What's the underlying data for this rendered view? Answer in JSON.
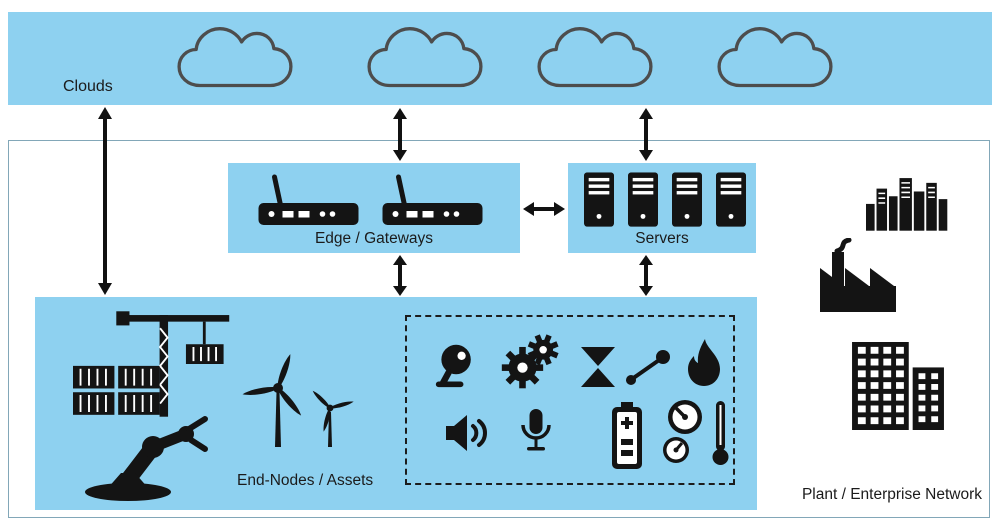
{
  "labels": {
    "clouds": "Clouds",
    "edge": "Edge / Gateways",
    "servers": "Servers",
    "endnodes": "End-Nodes / Assets",
    "plant": "Plant / Enterprise Network"
  },
  "colors": {
    "band_blue": "#8ed1f0",
    "icon_black": "#141414",
    "cloud_outline": "#4d4d4d",
    "frame_border": "#82a7b8",
    "label_text": "#1b1b1b",
    "arrow_black": "#111111",
    "dashed_border": "#1c1c1c"
  },
  "icon_names": [
    "cloud-icon",
    "router-icon",
    "server-icon",
    "crane-containers-icon",
    "robot-arm-icon",
    "wind-turbines-icon",
    "camera-icon",
    "gears-icon",
    "valve-icon",
    "link-icon",
    "flame-icon",
    "speaker-icon",
    "microphone-icon",
    "battery-icon",
    "gauge-thermometer-icon",
    "skyline-icon",
    "factory-icon",
    "office-buildings-icon"
  ]
}
